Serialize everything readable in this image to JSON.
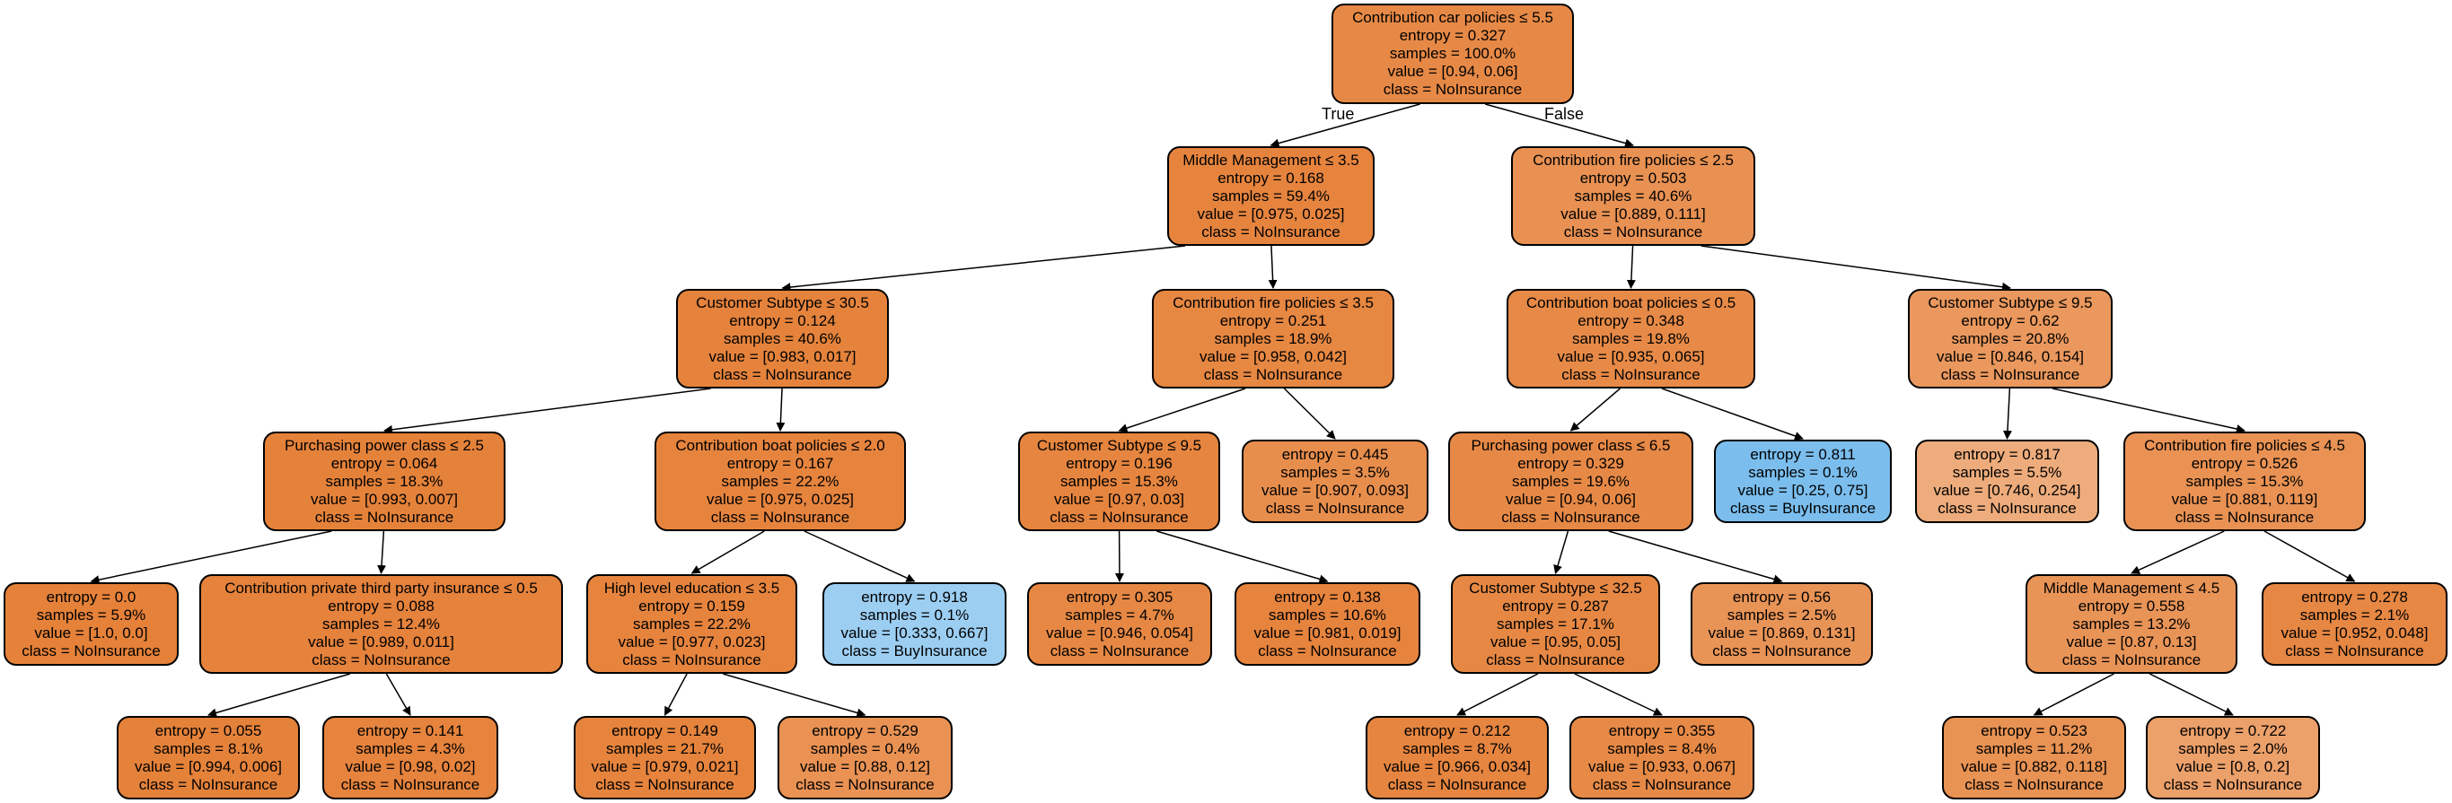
{
  "diagram": {
    "edge_labels": {
      "true": "True",
      "false": "False"
    },
    "nodes": {
      "n0": {
        "lines": [
          "Contribution car policies ≤ 5.5",
          "entropy = 0.327",
          "samples = 100.0%",
          "value = [0.94, 0.06]",
          "class = NoInsurance"
        ],
        "fill": "#e78946"
      },
      "n1": {
        "lines": [
          "Middle Management ≤ 3.5",
          "entropy = 0.168",
          "samples = 59.4%",
          "value = [0.975, 0.025]",
          "class = NoInsurance"
        ],
        "fill": "#e6843e"
      },
      "n2": {
        "lines": [
          "Contribution fire policies ≤ 2.5",
          "entropy = 0.503",
          "samples = 40.6%",
          "value = [0.889, 0.111]",
          "class = NoInsurance"
        ],
        "fill": "#e89152"
      },
      "n3": {
        "lines": [
          "Customer Subtype ≤ 30.5",
          "entropy = 0.124",
          "samples = 40.6%",
          "value = [0.983, 0.017]",
          "class = NoInsurance"
        ],
        "fill": "#e5833c"
      },
      "n4": {
        "lines": [
          "Contribution fire policies ≤ 3.5",
          "entropy = 0.251",
          "samples = 18.9%",
          "value = [0.958, 0.042]",
          "class = NoInsurance"
        ],
        "fill": "#e68742"
      },
      "n5": {
        "lines": [
          "Contribution boat policies ≤ 0.5",
          "entropy = 0.348",
          "samples = 19.8%",
          "value = [0.935, 0.065]",
          "class = NoInsurance"
        ],
        "fill": "#e78a47"
      },
      "n6": {
        "lines": [
          "Customer Subtype ≤ 9.5",
          "entropy = 0.62",
          "samples = 20.8%",
          "value = [0.846, 0.154]",
          "class = NoInsurance"
        ],
        "fill": "#ea985d"
      },
      "n7": {
        "lines": [
          "Purchasing power class ≤ 2.5",
          "entropy = 0.064",
          "samples = 18.3%",
          "value = [0.993, 0.007]",
          "class = NoInsurance"
        ],
        "fill": "#e5823a"
      },
      "n8": {
        "lines": [
          "Contribution boat policies ≤ 2.0",
          "entropy = 0.167",
          "samples = 22.2%",
          "value = [0.975, 0.025]",
          "class = NoInsurance"
        ],
        "fill": "#e6843e"
      },
      "n9": {
        "lines": [
          "Customer Subtype ≤ 9.5",
          "entropy = 0.196",
          "samples = 15.3%",
          "value = [0.97, 0.03]",
          "class = NoInsurance"
        ],
        "fill": "#e6853f"
      },
      "n10": {
        "lines": [
          "entropy = 0.445",
          "samples = 3.5%",
          "value = [0.907, 0.093]",
          "class = NoInsurance"
        ],
        "fill": "#e88e4d"
      },
      "n11": {
        "lines": [
          "Purchasing power class ≤ 6.5",
          "entropy = 0.329",
          "samples = 19.6%",
          "value = [0.94, 0.06]",
          "class = NoInsurance"
        ],
        "fill": "#e78946"
      },
      "n12": {
        "lines": [
          "entropy = 0.811",
          "samples = 0.1%",
          "value = [0.25, 0.75]",
          "class = BuyInsurance"
        ],
        "fill": "#7bbeee"
      },
      "n13": {
        "lines": [
          "entropy = 0.817",
          "samples = 5.5%",
          "value = [0.746, 0.254]",
          "class = NoInsurance"
        ],
        "fill": "#eeac7c"
      },
      "n14": {
        "lines": [
          "Contribution fire policies ≤ 4.5",
          "entropy = 0.526",
          "samples = 15.3%",
          "value = [0.881, 0.119]",
          "class = NoInsurance"
        ],
        "fill": "#e99254"
      },
      "n15": {
        "lines": [
          "entropy = 0.0",
          "samples = 5.9%",
          "value = [1.0, 0.0]",
          "class = NoInsurance"
        ],
        "fill": "#e58139"
      },
      "n16": {
        "lines": [
          "Contribution private third party insurance ≤ 0.5",
          "entropy = 0.088",
          "samples = 12.4%",
          "value = [0.989, 0.011]",
          "class = NoInsurance"
        ],
        "fill": "#e5823b"
      },
      "n17": {
        "lines": [
          "High level education ≤ 3.5",
          "entropy = 0.159",
          "samples = 22.2%",
          "value = [0.977, 0.023]",
          "class = NoInsurance"
        ],
        "fill": "#e6843e"
      },
      "n18": {
        "lines": [
          "entropy = 0.918",
          "samples = 0.1%",
          "value = [0.333, 0.667]",
          "class = BuyInsurance"
        ],
        "fill": "#9ccef2"
      },
      "n19": {
        "lines": [
          "entropy = 0.305",
          "samples = 4.7%",
          "value = [0.946, 0.054]",
          "class = NoInsurance"
        ],
        "fill": "#e68844"
      },
      "n20": {
        "lines": [
          "entropy = 0.138",
          "samples = 10.6%",
          "value = [0.981, 0.019]",
          "class = NoInsurance"
        ],
        "fill": "#e6833d"
      },
      "n21": {
        "lines": [
          "Customer Subtype ≤ 32.5",
          "entropy = 0.287",
          "samples = 17.1%",
          "value = [0.95, 0.05]",
          "class = NoInsurance"
        ],
        "fill": "#e68844"
      },
      "n22": {
        "lines": [
          "entropy = 0.56",
          "samples = 2.5%",
          "value = [0.869, 0.131]",
          "class = NoInsurance"
        ],
        "fill": "#e99457"
      },
      "n23": {
        "lines": [
          "Middle Management ≤ 4.5",
          "entropy = 0.558",
          "samples = 13.2%",
          "value = [0.87, 0.13]",
          "class = NoInsurance"
        ],
        "fill": "#e99457"
      },
      "n24": {
        "lines": [
          "entropy = 0.278",
          "samples = 2.1%",
          "value = [0.952, 0.048]",
          "class = NoInsurance"
        ],
        "fill": "#e68743"
      },
      "n25": {
        "lines": [
          "entropy = 0.055",
          "samples = 8.1%",
          "value = [0.994, 0.006]",
          "class = NoInsurance"
        ],
        "fill": "#e5823a"
      },
      "n26": {
        "lines": [
          "entropy = 0.141",
          "samples = 4.3%",
          "value = [0.98, 0.02]",
          "class = NoInsurance"
        ],
        "fill": "#e6833d"
      },
      "n27": {
        "lines": [
          "entropy = 0.149",
          "samples = 21.7%",
          "value = [0.979, 0.021]",
          "class = NoInsurance"
        ],
        "fill": "#e6843d"
      },
      "n28": {
        "lines": [
          "entropy = 0.529",
          "samples = 0.4%",
          "value = [0.88, 0.12]",
          "class = NoInsurance"
        ],
        "fill": "#e99254"
      },
      "n29": {
        "lines": [
          "entropy = 0.212",
          "samples = 8.7%",
          "value = [0.966, 0.034]",
          "class = NoInsurance"
        ],
        "fill": "#e68540"
      },
      "n30": {
        "lines": [
          "entropy = 0.355",
          "samples = 8.4%",
          "value = [0.933, 0.067]",
          "class = NoInsurance"
        ],
        "fill": "#e78a47"
      },
      "n31": {
        "lines": [
          "entropy = 0.523",
          "samples = 11.2%",
          "value = [0.882, 0.118]",
          "class = NoInsurance"
        ],
        "fill": "#e89253"
      },
      "n32": {
        "lines": [
          "entropy = 0.722",
          "samples = 2.0%",
          "value = [0.8, 0.2]",
          "class = NoInsurance"
        ],
        "fill": "#eca06a"
      }
    },
    "edges": [
      [
        "n0",
        "n1"
      ],
      [
        "n0",
        "n2"
      ],
      [
        "n1",
        "n3"
      ],
      [
        "n1",
        "n4"
      ],
      [
        "n2",
        "n5"
      ],
      [
        "n2",
        "n6"
      ],
      [
        "n3",
        "n7"
      ],
      [
        "n3",
        "n8"
      ],
      [
        "n4",
        "n9"
      ],
      [
        "n4",
        "n10"
      ],
      [
        "n5",
        "n11"
      ],
      [
        "n5",
        "n12"
      ],
      [
        "n6",
        "n13"
      ],
      [
        "n6",
        "n14"
      ],
      [
        "n7",
        "n15"
      ],
      [
        "n7",
        "n16"
      ],
      [
        "n8",
        "n17"
      ],
      [
        "n8",
        "n18"
      ],
      [
        "n9",
        "n19"
      ],
      [
        "n9",
        "n20"
      ],
      [
        "n11",
        "n21"
      ],
      [
        "n11",
        "n22"
      ],
      [
        "n14",
        "n23"
      ],
      [
        "n14",
        "n24"
      ],
      [
        "n16",
        "n25"
      ],
      [
        "n16",
        "n26"
      ],
      [
        "n17",
        "n27"
      ],
      [
        "n17",
        "n28"
      ],
      [
        "n21",
        "n29"
      ],
      [
        "n21",
        "n30"
      ],
      [
        "n23",
        "n31"
      ],
      [
        "n23",
        "n32"
      ]
    ]
  }
}
